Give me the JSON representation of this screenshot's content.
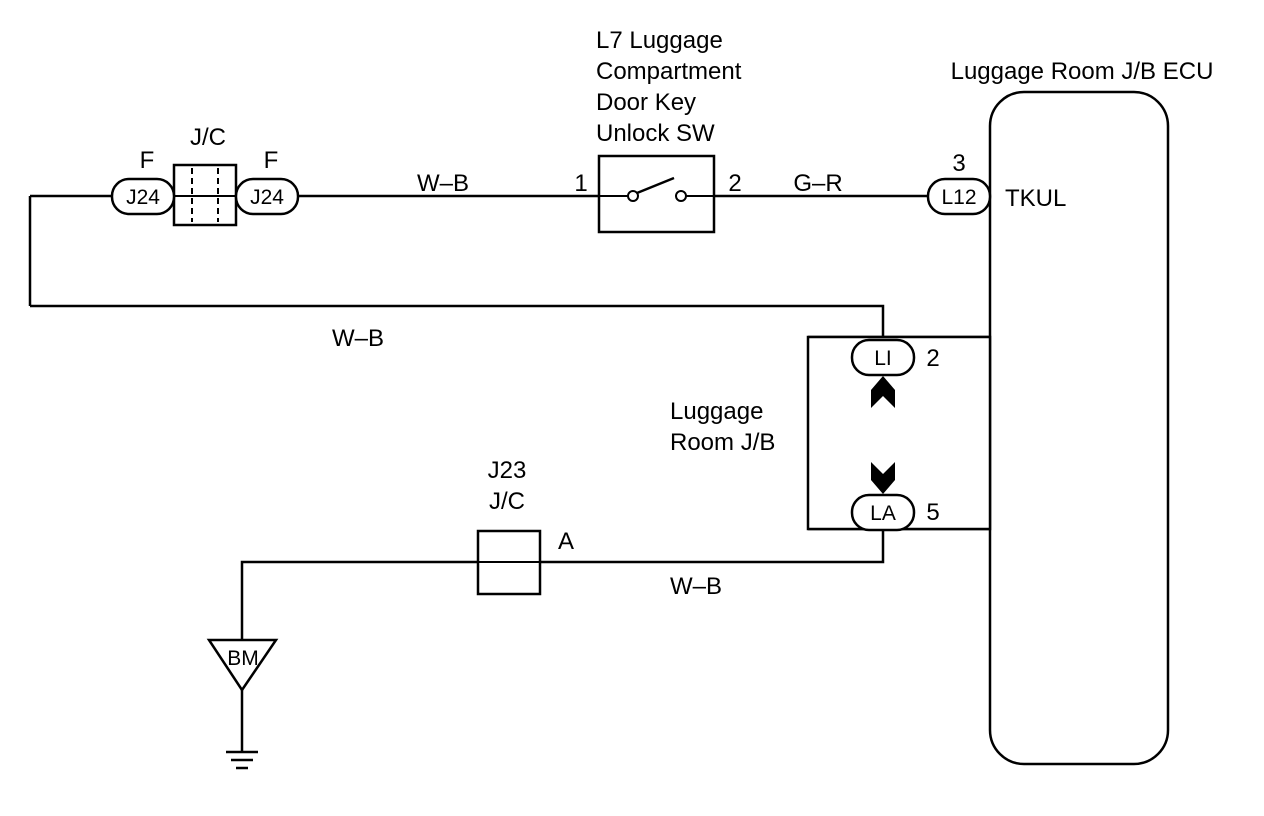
{
  "junction_connector_left": {
    "title": "J/C",
    "left_pin": "F",
    "right_pin": "F",
    "left_code": "J24",
    "right_code": "J24"
  },
  "switch": {
    "title_lines": [
      "L7 Luggage",
      "Compartment",
      "Door Key",
      "Unlock SW"
    ],
    "pin_left": "1",
    "pin_right": "2"
  },
  "ecu": {
    "title": "Luggage Room J/B ECU",
    "connector_code": "L12",
    "connector_pin": "3",
    "terminal": "TKUL"
  },
  "luggage_jb": {
    "title_lines": [
      "Luggage",
      "Room J/B"
    ],
    "upper_code": "LI",
    "upper_pin": "2",
    "lower_code": "LA",
    "lower_pin": "5"
  },
  "junction_connector_bottom": {
    "title_lines": [
      "J23",
      "J/C"
    ],
    "pin": "A"
  },
  "ground": {
    "code": "BM"
  },
  "wires": {
    "top_left": "W–B",
    "top_right": "G–R",
    "middle": "W–B",
    "bottom": "W–B"
  }
}
